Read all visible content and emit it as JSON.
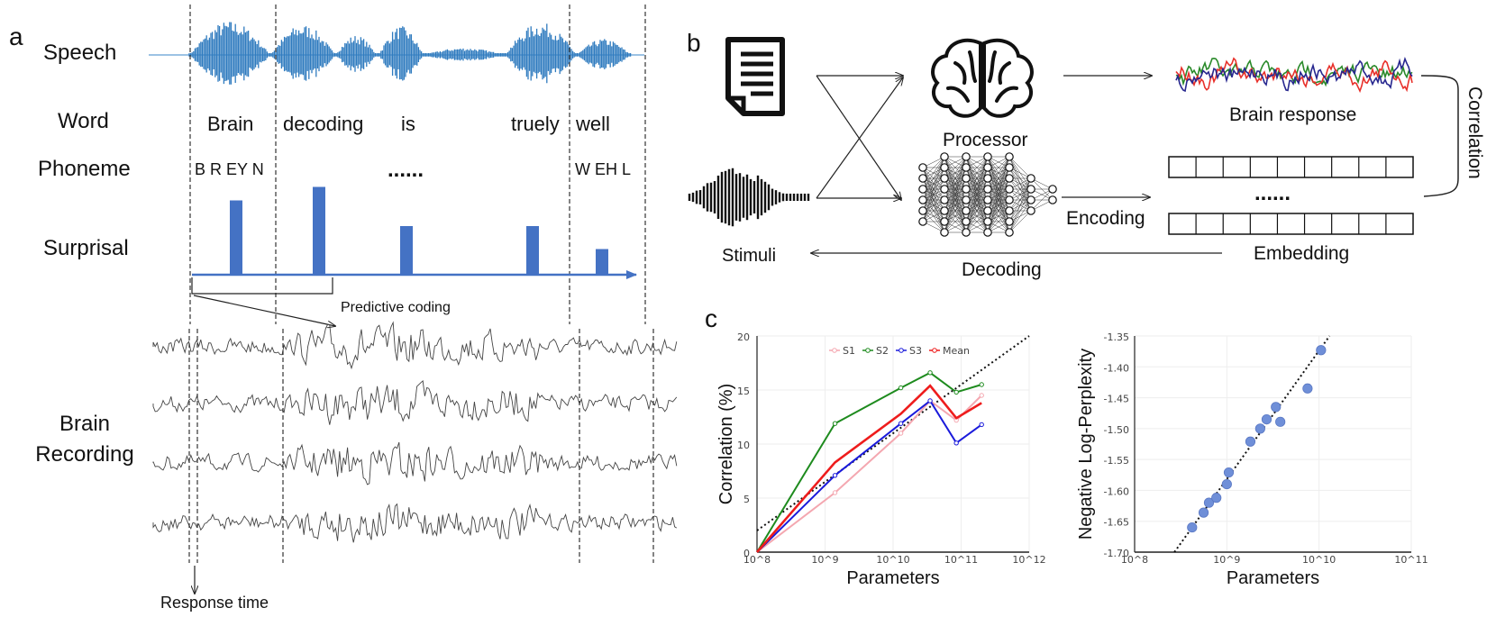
{
  "panel_a": {
    "letter": "a",
    "rows": {
      "speech": "Speech",
      "word": "Word",
      "phoneme": "Phoneme",
      "surprisal": "Surprisal",
      "brain_line1": "Brain",
      "brain_line2": "Recording"
    },
    "words": [
      "Brain",
      "decoding",
      "is",
      "truely",
      "well"
    ],
    "phonemes_left": "B R EY N",
    "phonemes_mid": "......",
    "phonemes_right": "W EH L",
    "predictive_coding": "Predictive coding",
    "response_time": "Response time",
    "surprisal_values": [
      0.55,
      0.65,
      0.36,
      0.36,
      0.19
    ]
  },
  "panel_b": {
    "letter": "b",
    "processor": "Processor",
    "brain_response": "Brain response",
    "correlation": "Correlation",
    "stimuli": "Stimuli",
    "encoding": "Encoding",
    "decoding": "Decoding",
    "embedding": "Embedding",
    "dots": "......",
    "colors": {
      "red": "#e8302a",
      "green": "#2a8a2a",
      "blue": "#27278f"
    }
  },
  "panel_c": {
    "letter": "c"
  },
  "chart_data": [
    {
      "type": "line",
      "xlabel": "Parameters",
      "ylabel": "Correlation (%)",
      "x_scale": "log",
      "xlim": [
        100000000,
        1000000000000
      ],
      "ylim": [
        0,
        20
      ],
      "x_ticks": [
        "10^8",
        "10^9",
        "10^10",
        "10^11",
        "10^12"
      ],
      "y_ticks": [
        "0",
        "5",
        "10",
        "15",
        "20"
      ],
      "legend_position": "top",
      "x": [
        100000000,
        1400000000,
        13000000000,
        35000000000,
        85000000000,
        200000000000
      ],
      "series": [
        {
          "name": "S1",
          "color": "#f4a7b0",
          "values": [
            0,
            5.5,
            11.0,
            14.0,
            12.2,
            14.5
          ]
        },
        {
          "name": "S2",
          "color": "#1e8b1e",
          "values": [
            0,
            11.9,
            15.2,
            16.6,
            14.8,
            15.5
          ]
        },
        {
          "name": "S3",
          "color": "#1a1adb",
          "values": [
            0,
            7.1,
            11.9,
            14.0,
            10.1,
            11.8
          ]
        },
        {
          "name": "Mean",
          "color": "#ee1c1c",
          "values": [
            0,
            8.3,
            12.8,
            15.4,
            12.4,
            13.8
          ]
        }
      ],
      "trend_line": {
        "from": [
          100000000,
          2.0
        ],
        "to": [
          1000000000000,
          20.0
        ]
      }
    },
    {
      "type": "scatter",
      "xlabel": "Parameters",
      "ylabel": "Negative Log-Perplexity",
      "x_scale": "log",
      "xlim": [
        100000000,
        100000000000
      ],
      "ylim": [
        -1.7,
        -1.35
      ],
      "x_ticks": [
        "10^8",
        "10^9",
        "10^10",
        "10^11"
      ],
      "y_ticks": [
        "-1.35",
        "-1.40",
        "-1.45",
        "-1.50",
        "-1.55",
        "-1.60",
        "-1.65",
        "-1.70"
      ],
      "point_color": "#6f8fd8",
      "x": [
        420000000,
        560000000,
        640000000,
        770000000,
        1000000000,
        1050000000,
        1800000000,
        2300000000,
        2700000000,
        3400000000,
        3800000000,
        7500000000,
        10500000000
      ],
      "y": [
        -1.66,
        -1.636,
        -1.62,
        -1.612,
        -1.59,
        -1.571,
        -1.521,
        -1.5,
        -1.485,
        -1.465,
        -1.489,
        -1.435,
        -1.373
      ],
      "trend_line": {
        "from": [
          270000000,
          -1.7
        ],
        "to": [
          13000000000,
          -1.35
        ]
      }
    }
  ]
}
